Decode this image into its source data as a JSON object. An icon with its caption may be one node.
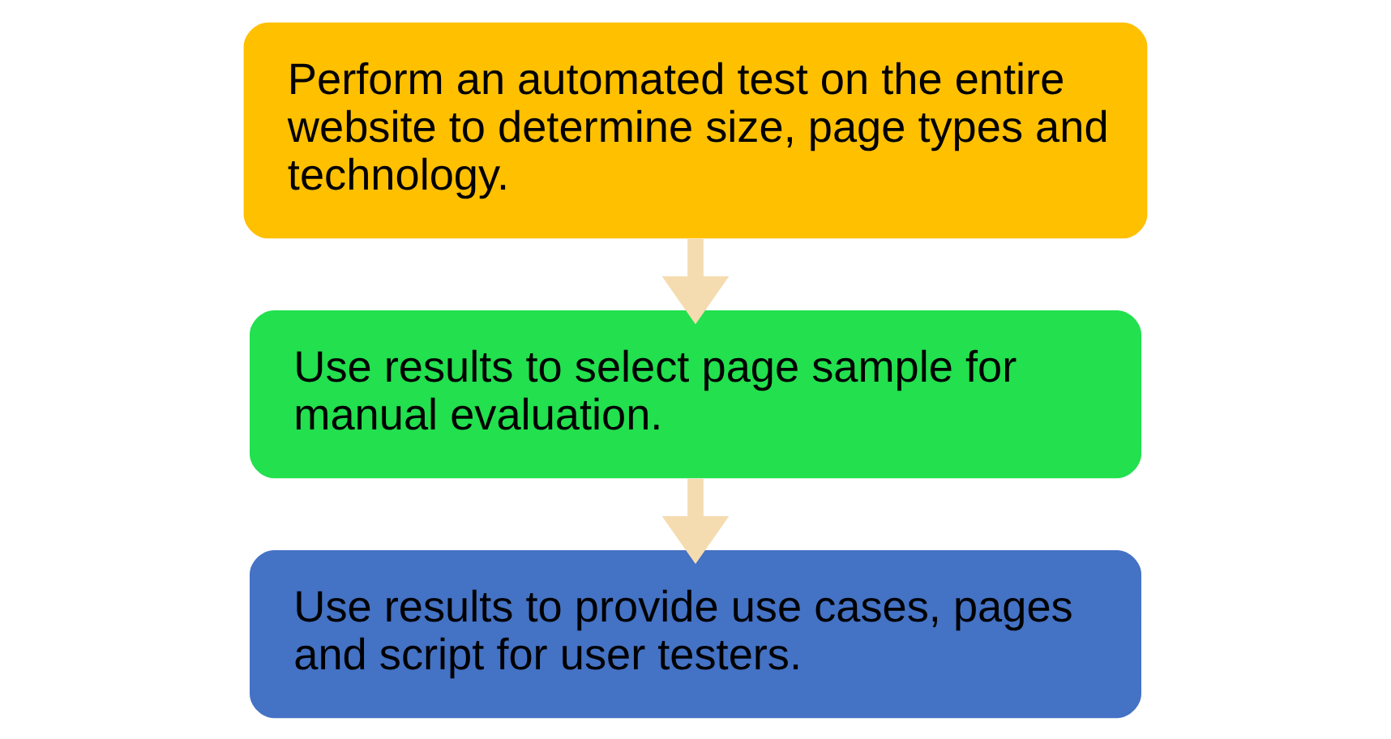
{
  "diagram": {
    "nodes": [
      {
        "text": [
          "Perform an automated test on the entire website to determine size, page types and technology."
        ]
      },
      {
        "text": [
          "Use results to select page sample for manual evaluation."
        ]
      },
      {
        "text": [
          "Use results to provide use cases, pages and script for user testers."
        ]
      }
    ],
    "edges": [
      {
        "from": 0,
        "to": 1,
        "arrow": "to"
      },
      {
        "from": 1,
        "to": 2,
        "arrow": "to"
      }
    ]
  }
}
